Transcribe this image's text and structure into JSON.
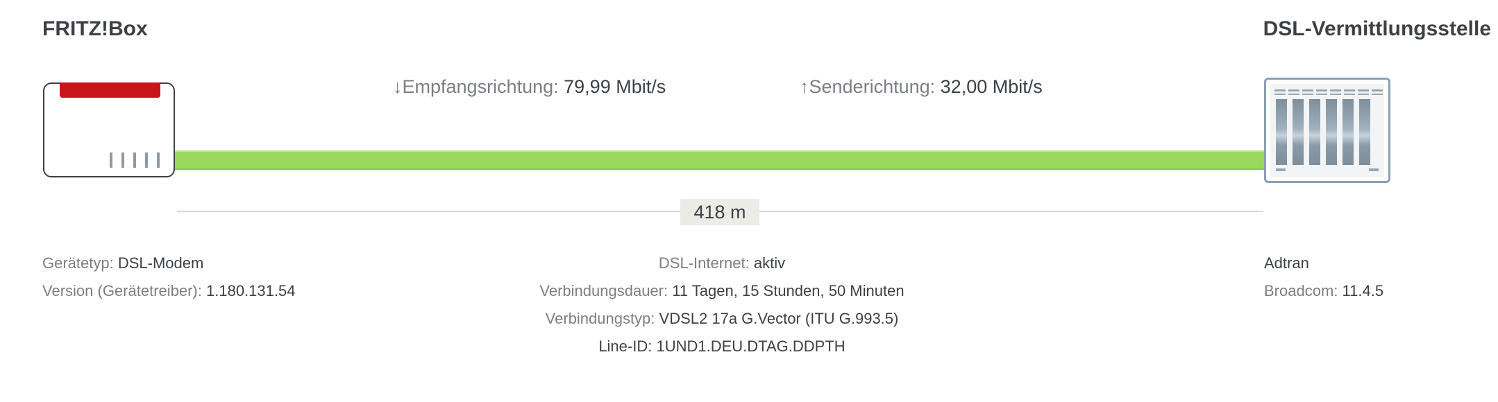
{
  "left": {
    "title": "FRITZ!Box",
    "device_type_label": "Gerätetyp:",
    "device_type_value": "DSL-Modem",
    "version_label": "Version (Gerätetreiber):",
    "version_value": "1.180.131.54"
  },
  "right": {
    "title": "DSL-Vermittlungsstelle",
    "vendor": "Adtran",
    "chipset_label": "Broadcom:",
    "chipset_value": "11.4.5"
  },
  "rates": {
    "down_label": "↓Empfangsrichtung:",
    "down_value": "79,99 Mbit/s",
    "up_label": "↑Senderichtung:",
    "up_value": "32,00 Mbit/s"
  },
  "line": {
    "distance": "418 m",
    "status_color": "#9ad95d"
  },
  "center": {
    "internet_label": "DSL-Internet:",
    "internet_value": "aktiv",
    "duration_label": "Verbindungsdauer:",
    "duration_value": "11 Tagen, 15 Stunden, 50 Minuten",
    "type_label": "Verbindungstyp:",
    "type_value": "VDSL2 17a G.Vector (ITU G.993.5)",
    "lineid_label": "Line-ID:",
    "lineid_value": "1UND1.DEU.DTAG.DDPTH"
  },
  "icons": {
    "router": "fritzbox-router-icon",
    "exchange": "dsl-exchange-icon"
  },
  "colors": {
    "brand_red": "#c8141b",
    "line_green": "#9ad95d"
  }
}
